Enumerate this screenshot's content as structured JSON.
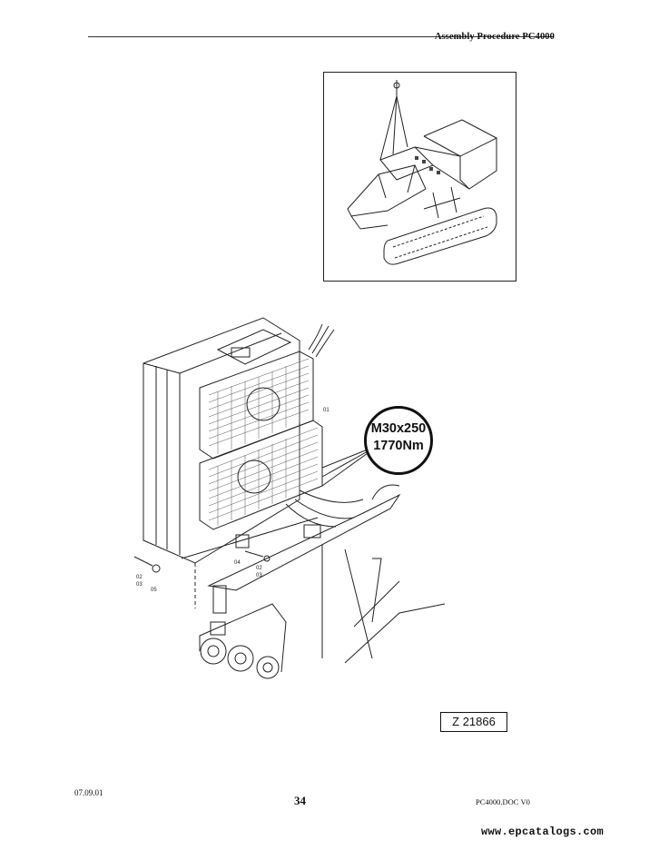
{
  "header": {
    "title": "Assembly Procedure PC4000"
  },
  "figure": {
    "spec_line1": "M30x250",
    "spec_line2": "1770Nm",
    "reference": "Z 21866",
    "callouts": {
      "c01": "01",
      "c02": "02",
      "c03": "03",
      "c04": "04",
      "c05": "05",
      "d02": "02",
      "d03": "03"
    }
  },
  "footer": {
    "date": "07.09.01",
    "page_number": "34",
    "doc_name": "PC4000.DOC V0",
    "watermark_url": "www.epcatalogs.com"
  }
}
